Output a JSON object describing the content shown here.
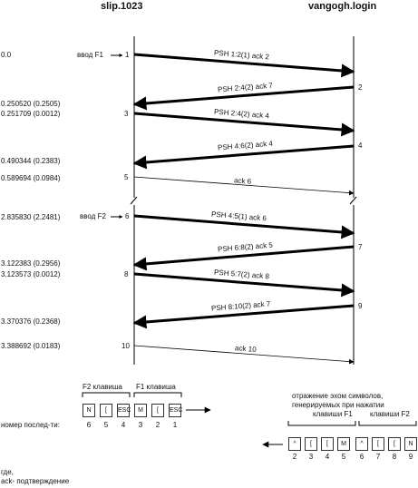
{
  "hosts": {
    "left": "slip.1023",
    "right": "vangogh.login"
  },
  "timestamps": [
    "0.0",
    "0.250520 (0.2505)",
    "0.251709 (0.0012)",
    "0.490344 (0.2383)",
    "0.589694 (0.0984)",
    "2.835830 (2.2481)",
    "3.122383 (0.2956)",
    "3.123573 (0.0012)",
    "3.370376 (0.2368)",
    "3.388692 (0.0183)"
  ],
  "events": {
    "f1": "ввод F1",
    "f2": "ввод F2"
  },
  "point_numbers": [
    "1",
    "2",
    "3",
    "4",
    "5",
    "6",
    "7",
    "8",
    "9",
    "10"
  ],
  "segment_labels": [
    "PSH 1:2(1) ack 2",
    "PSH 2:4(2) ack 7",
    "PSH 2:4(2) ack 4",
    "PSH 4:6(2) ack 4",
    "ack 6",
    "PSH 4:5(1) ack 6",
    "PSH 6:8(2) ack 5",
    "PSH 5:7(2) ack 8",
    "PSH 8:10(2) ack 7",
    "ack 10"
  ],
  "send_buffer": {
    "group_f2": "F2 клавиша",
    "group_f1": "F1 клавиша",
    "row_label": "номер послед-ти:",
    "cells": [
      "N",
      "[",
      "ESC",
      "M",
      "[",
      "ESC"
    ],
    "numbers": [
      "6",
      "5",
      "4",
      "3",
      "2",
      "1"
    ]
  },
  "echo_buffer": {
    "caption_line1": "отражение эхом символов,",
    "caption_line2": "генерируемых при нажатии",
    "group_f1": "клавиши F1",
    "group_f2": "клавиши F2",
    "cells": [
      "^",
      "[",
      "[",
      "M",
      "^",
      "[",
      "[",
      "N"
    ],
    "numbers": [
      "2",
      "3",
      "4",
      "5",
      "6",
      "7",
      "8",
      "9"
    ]
  },
  "legend": {
    "where": "где,",
    "ack": "ack- подтверждение"
  }
}
